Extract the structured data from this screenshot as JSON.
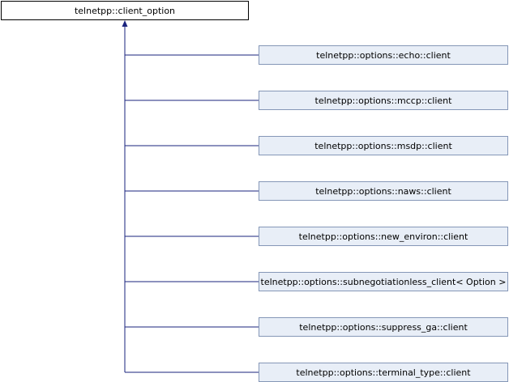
{
  "diagram": {
    "base_class": {
      "label": "telnetpp::client_option"
    },
    "derived_classes": [
      {
        "label": "telnetpp::options::echo::client"
      },
      {
        "label": "telnetpp::options::mccp::client"
      },
      {
        "label": "telnetpp::options::msdp::client"
      },
      {
        "label": "telnetpp::options::naws::client"
      },
      {
        "label": "telnetpp::options::new_environ::client"
      },
      {
        "label": "telnetpp::options::subnegotiationless_client< Option >"
      },
      {
        "label": "telnetpp::options::suppress_ga::client"
      },
      {
        "label": "telnetpp::options::terminal_type::client"
      }
    ],
    "colors": {
      "base_fill": "#ffffff",
      "base_border": "#000000",
      "derived_fill": "#e8eef7",
      "derived_border": "#8597b7",
      "edge": "#1a237e"
    }
  }
}
